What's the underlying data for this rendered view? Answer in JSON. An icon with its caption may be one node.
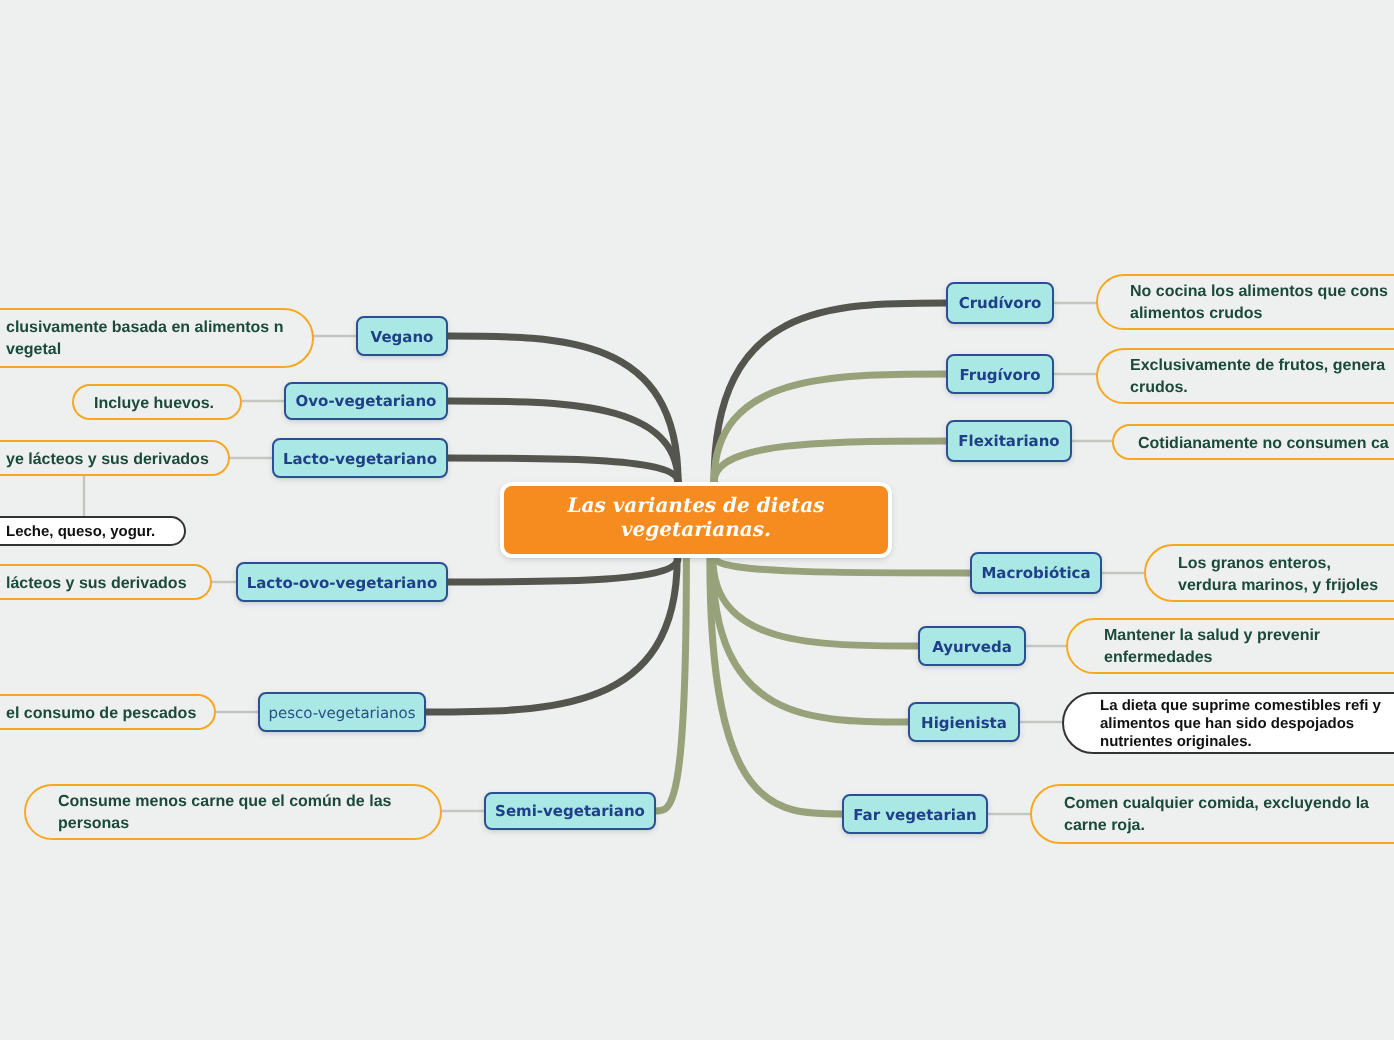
{
  "diagram": {
    "nodes": [
      {
        "text": [
          "Las variantes de dietas vegetarianas."
        ]
      },
      {
        "text": [
          "Vegano"
        ]
      },
      {
        "text": [
          "clusivamente basada en alimentos n vegetal"
        ]
      },
      {
        "text": [
          "Ovo-vegetariano"
        ]
      },
      {
        "text": [
          "Incluye huevos."
        ]
      },
      {
        "text": [
          "Lacto-vegetariano"
        ]
      },
      {
        "text": [
          "ye lácteos y sus derivados"
        ]
      },
      {
        "text": [
          "Leche, queso, yogur."
        ]
      },
      {
        "text": [
          "Lacto-ovo-vegetariano"
        ]
      },
      {
        "text": [
          "lácteos y sus derivados"
        ]
      },
      {
        "text": [
          "pesco-vegetarianos"
        ]
      },
      {
        "text": [
          "el consumo de pescados"
        ]
      },
      {
        "text": [
          "Semi-vegetariano"
        ]
      },
      {
        "text": [
          "Consume menos carne que el común de las personas"
        ]
      },
      {
        "text": [
          "Crudívoro"
        ]
      },
      {
        "text": [
          "No cocina los alimentos que cons alimentos crudos"
        ]
      },
      {
        "text": [
          "Frugívoro"
        ]
      },
      {
        "text": [
          "Exclusivamente de frutos, genera crudos."
        ]
      },
      {
        "text": [
          "Flexitariano"
        ]
      },
      {
        "text": [
          "Cotidianamente no consumen ca"
        ]
      },
      {
        "text": [
          "Macrobiótica"
        ]
      },
      {
        "text": [
          "Los granos enteros, verdura marinos, y frijoles"
        ]
      },
      {
        "text": [
          "Ayurveda"
        ]
      },
      {
        "text": [
          "Mantener la salud y prevenir enfermedades"
        ]
      },
      {
        "text": [
          "Higienista"
        ]
      },
      {
        "text": [
          "La dieta que suprime comestibles refi y alimentos que han sido despojados nutrientes originales."
        ]
      },
      {
        "text": [
          "Far vegetarian"
        ]
      },
      {
        "text": [
          "Comen cualquier comida, excluyendo la carne roja."
        ]
      }
    ],
    "edges": [
      {
        "from": 0,
        "to": 1,
        "arrow": "none",
        "style": "thick",
        "color": "#55554f"
      },
      {
        "from": 0,
        "to": 3,
        "arrow": "none",
        "style": "thick",
        "color": "#55554f"
      },
      {
        "from": 0,
        "to": 5,
        "arrow": "none",
        "style": "thick",
        "color": "#55554f"
      },
      {
        "from": 0,
        "to": 8,
        "arrow": "none",
        "style": "thick",
        "color": "#55554f"
      },
      {
        "from": 0,
        "to": 10,
        "arrow": "none",
        "style": "thick",
        "color": "#55554f"
      },
      {
        "from": 0,
        "to": 12,
        "arrow": "none",
        "style": "thick",
        "color": "#98a27a"
      },
      {
        "from": 0,
        "to": 14,
        "arrow": "none",
        "style": "thick",
        "color": "#55554f"
      },
      {
        "from": 0,
        "to": 16,
        "arrow": "none",
        "style": "thick",
        "color": "#98a27a"
      },
      {
        "from": 0,
        "to": 18,
        "arrow": "none",
        "style": "thick",
        "color": "#98a27a"
      },
      {
        "from": 0,
        "to": 20,
        "arrow": "none",
        "style": "thick",
        "color": "#98a27a"
      },
      {
        "from": 0,
        "to": 22,
        "arrow": "none",
        "style": "thick",
        "color": "#98a27a"
      },
      {
        "from": 0,
        "to": 24,
        "arrow": "none",
        "style": "thick",
        "color": "#98a27a"
      },
      {
        "from": 0,
        "to": 26,
        "arrow": "none",
        "style": "thick",
        "color": "#98a27a"
      },
      {
        "from": 1,
        "to": 2,
        "arrow": "none"
      },
      {
        "from": 3,
        "to": 4,
        "arrow": "none"
      },
      {
        "from": 5,
        "to": 6,
        "arrow": "none"
      },
      {
        "from": 6,
        "to": 7,
        "arrow": "none"
      },
      {
        "from": 8,
        "to": 9,
        "arrow": "none"
      },
      {
        "from": 10,
        "to": 11,
        "arrow": "none"
      },
      {
        "from": 12,
        "to": 13,
        "arrow": "none"
      },
      {
        "from": 14,
        "to": 15,
        "arrow": "none"
      },
      {
        "from": 16,
        "to": 17,
        "arrow": "none"
      },
      {
        "from": 18,
        "to": 19,
        "arrow": "none"
      },
      {
        "from": 20,
        "to": 21,
        "arrow": "none"
      },
      {
        "from": 22,
        "to": 23,
        "arrow": "none"
      },
      {
        "from": 24,
        "to": 25,
        "arrow": "none"
      },
      {
        "from": 26,
        "to": 27,
        "arrow": "none"
      }
    ]
  }
}
